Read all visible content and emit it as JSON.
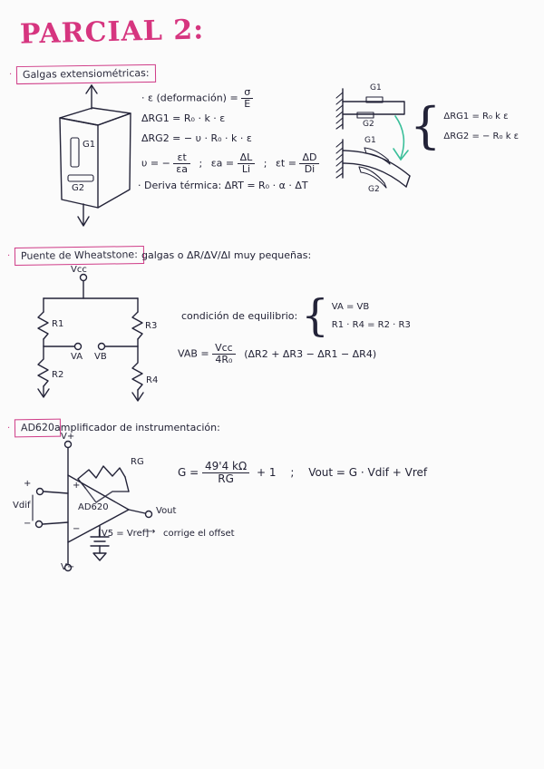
{
  "page": {
    "title": "PARCIAL 2:",
    "background": "#fbfbfb",
    "ink_color": "#232338",
    "accent_color": "#cf3b87",
    "highlight_color": "#3bbf9a"
  },
  "sections": [
    {
      "id": "strain-gauges",
      "heading": "Galgas extensiométricas:",
      "formulas": [
        {
          "id": "strain-def",
          "bullet": "·",
          "lhs": "ε (deformación) =",
          "num": "σ",
          "den": "E"
        },
        {
          "id": "delta-rg1",
          "text": "ΔRG1 = R₀ · k · ε"
        },
        {
          "id": "delta-rg2",
          "text": "ΔRG2 = − υ · R₀ · k · ε"
        },
        {
          "id": "poisson",
          "lhs": "υ = −",
          "num": "εt",
          "den": "εa",
          "sep1": ";",
          "mid_lhs": "εa =",
          "mid_num": "ΔL",
          "mid_den": "Li",
          "sep2": ";",
          "right_lhs": "εt =",
          "right_num": "ΔD",
          "right_den": "Di"
        },
        {
          "id": "thermal-drift",
          "bullet": "·",
          "text": "Deriva térmica: ΔRT = R₀ · α · ΔT"
        }
      ],
      "block_diagram": {
        "name": "specimen-block",
        "gauge_vertical": "G1",
        "gauge_horizontal": "G2"
      },
      "cantilever": {
        "top_gauge": "G1",
        "bottom_gauge": "G2",
        "bent_top_gauge": "G1",
        "bent_bottom_gauge": "G2",
        "equations": [
          "ΔRG1 = R₀ k ε",
          "ΔRG2 = − R₀ k ε"
        ]
      }
    },
    {
      "id": "wheatstone",
      "heading": "Puente de Wheatstone:",
      "note": "galgas o ΔR/ΔV/ΔI muy pequeñas:",
      "circuit": {
        "supply": "Vcc",
        "resistors": [
          "R1",
          "R3",
          "R2",
          "R4"
        ],
        "nodes": [
          "VA",
          "VB"
        ]
      },
      "equilibrium": {
        "label": "condición de equilibrio:",
        "lines": [
          "VA = VB",
          "R1 · R4 = R2 · R3"
        ]
      },
      "output": {
        "lhs": "VAB =",
        "num": "Vcc",
        "den": "4R₀",
        "rhs": "(ΔR2 + ΔR3 − ΔR1 − ΔR4)"
      }
    },
    {
      "id": "ad620",
      "heading": "AD620",
      "note": "amplificador de instrumentación:",
      "schematic": {
        "chip": "AD620",
        "supply_positive": "V+",
        "supply_negative": "V−",
        "input_plus": "+",
        "input_minus": "−",
        "input_label": "Vdif",
        "gain_resistor": "RG",
        "output": "Vout",
        "ref_label": "[V5 = Vref]",
        "ref_note": "corrige el offset"
      },
      "gain": {
        "lhs": "G =",
        "num": "49'4 kΩ",
        "den": "RG",
        "plus": "+ 1",
        "sep": ";",
        "vout": "Vout = G · Vdif + Vref"
      }
    }
  ]
}
